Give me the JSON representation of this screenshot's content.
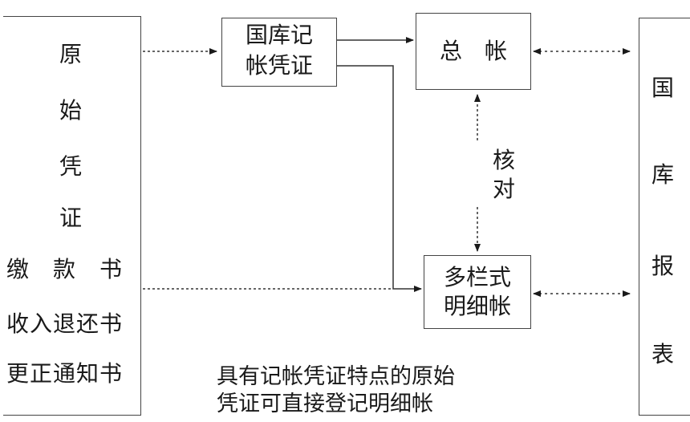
{
  "source_box": {
    "title_chars": [
      "原",
      "始",
      "凭",
      "证"
    ],
    "item_1": "缴　款　书",
    "item_2": "收入退还书",
    "item_3": "更正通知书"
  },
  "voucher_box": {
    "line_1": "国库记",
    "line_2": "帐凭证"
  },
  "ledger_box": {
    "label": "总　帐"
  },
  "detail_box": {
    "line_1": "多栏式",
    "line_2": "明细帐"
  },
  "report_box": {
    "chars": [
      "国",
      "库",
      "报",
      "表"
    ]
  },
  "check_label": {
    "chars": [
      "核",
      "对"
    ]
  },
  "footnote": {
    "line_1": "具有记帐凭证特点的原始",
    "line_2": "凭证可直接登记明细帐"
  },
  "colors": {
    "ink": "#1a1a1a",
    "border": "#444444"
  }
}
